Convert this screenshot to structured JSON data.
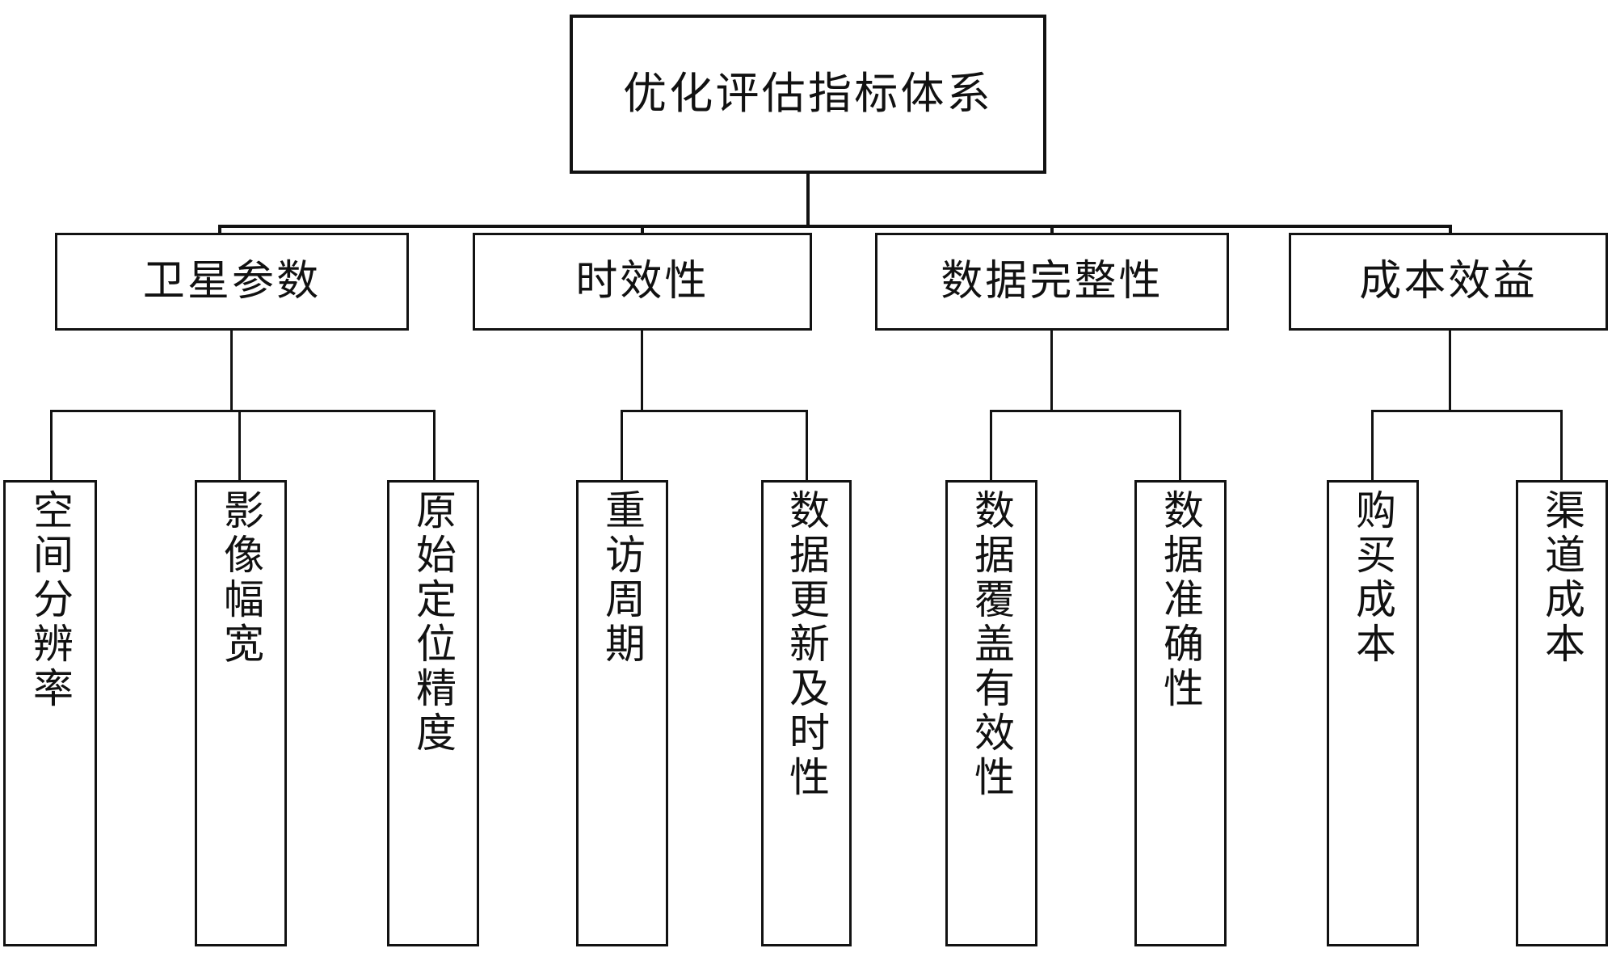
{
  "diagram": {
    "title": "优化评估指标体系",
    "type": "tree-hierarchy",
    "orientation": "top-down",
    "levels": 3,
    "line_color": "#121212",
    "box_fill": "#ffffff",
    "page_background": "#ffffff"
  },
  "root": {
    "label": "优化评估指标体系"
  },
  "branches": [
    {
      "label": "卫星参数",
      "children": [
        {
          "label": "空间分辨率"
        },
        {
          "label": "影像幅宽"
        },
        {
          "label": "原始定位精度"
        }
      ]
    },
    {
      "label": "时效性",
      "children": [
        {
          "label": "重访周期"
        },
        {
          "label": "数据更新及时性"
        }
      ]
    },
    {
      "label": "数据完整性",
      "children": [
        {
          "label": "数据覆盖有效性"
        },
        {
          "label": "数据准确性"
        }
      ]
    },
    {
      "label": "成本效益",
      "children": [
        {
          "label": "购买成本"
        },
        {
          "label": "渠道成本"
        }
      ]
    }
  ]
}
